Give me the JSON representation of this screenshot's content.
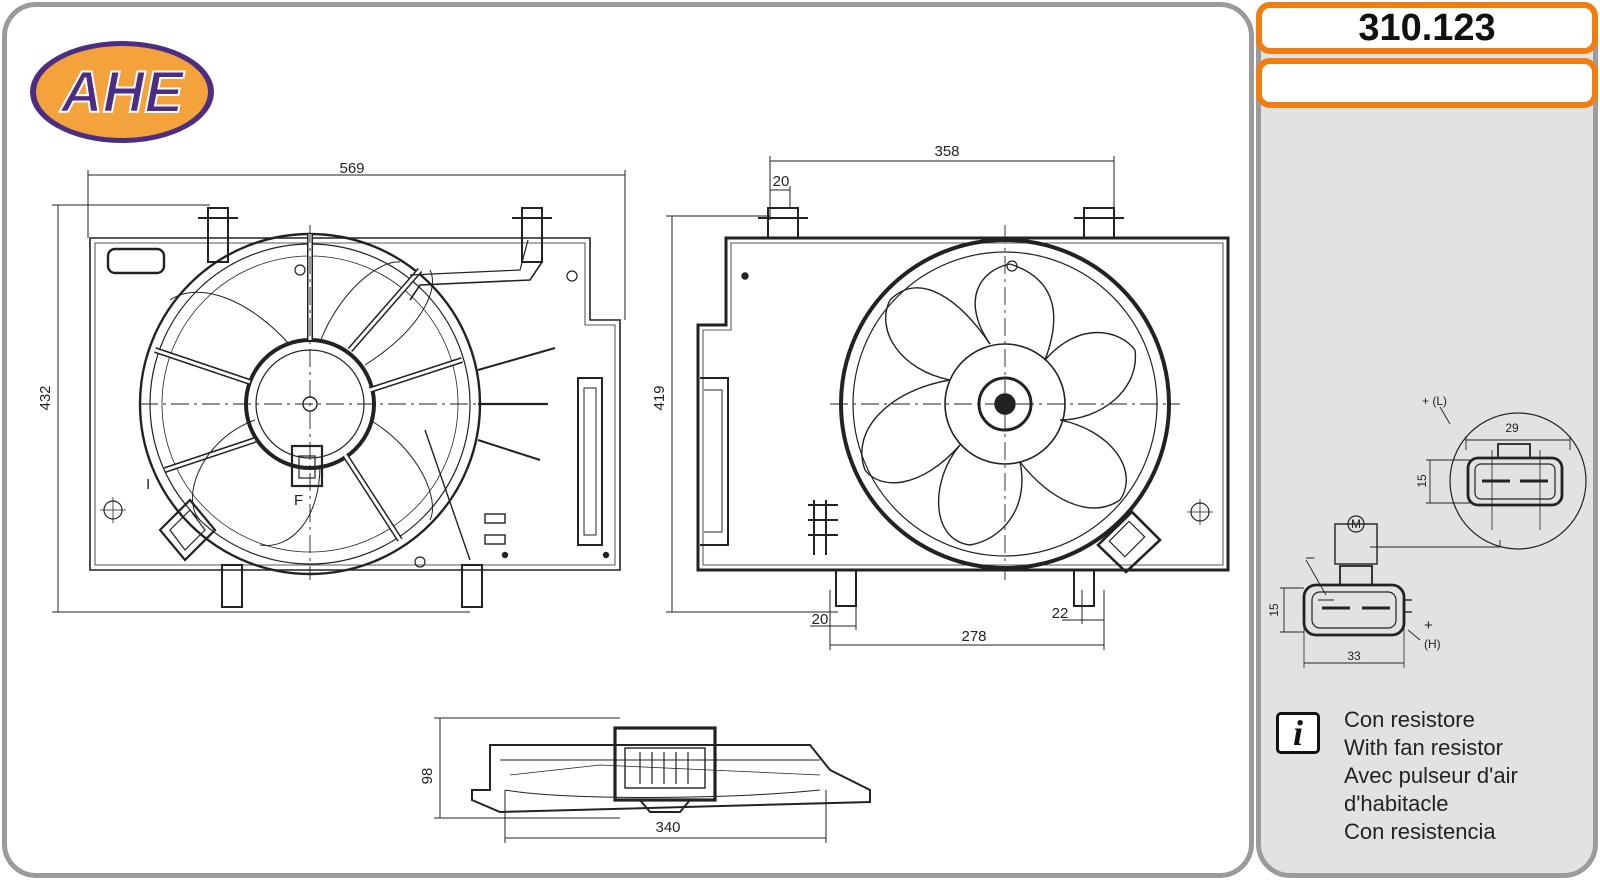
{
  "brand": {
    "logo_text": "AHE",
    "colors": {
      "outline": "#9b9b9b",
      "accent": "#ef7d10",
      "logo_purple": "#4b2e83",
      "logo_orange": "#f4a23c"
    }
  },
  "header": {
    "part_number": "310.123",
    "secondary": ""
  },
  "drawing": {
    "front": {
      "width": "569",
      "height": "432",
      "label_i": "I",
      "label_f": "F"
    },
    "rear": {
      "width": "358",
      "height": "419",
      "top_offset": "20",
      "bottom_left": "20",
      "bottom_span": "278",
      "bottom_right": "22"
    },
    "side": {
      "width": "340",
      "depth": "98"
    }
  },
  "connector": {
    "plus_label": "+ (L)",
    "top_width": "29",
    "top_height": "15",
    "motor_label": "M",
    "minus_label": "–",
    "plus_h": "+",
    "h_label": "(H)",
    "bottom_height": "15",
    "bottom_width": "33"
  },
  "info": {
    "icon": "info-icon",
    "lines": [
      "Con resistore",
      "With fan resistor",
      "Avec pulseur d'air",
      "d'habitacle",
      "Con resistencia"
    ]
  }
}
